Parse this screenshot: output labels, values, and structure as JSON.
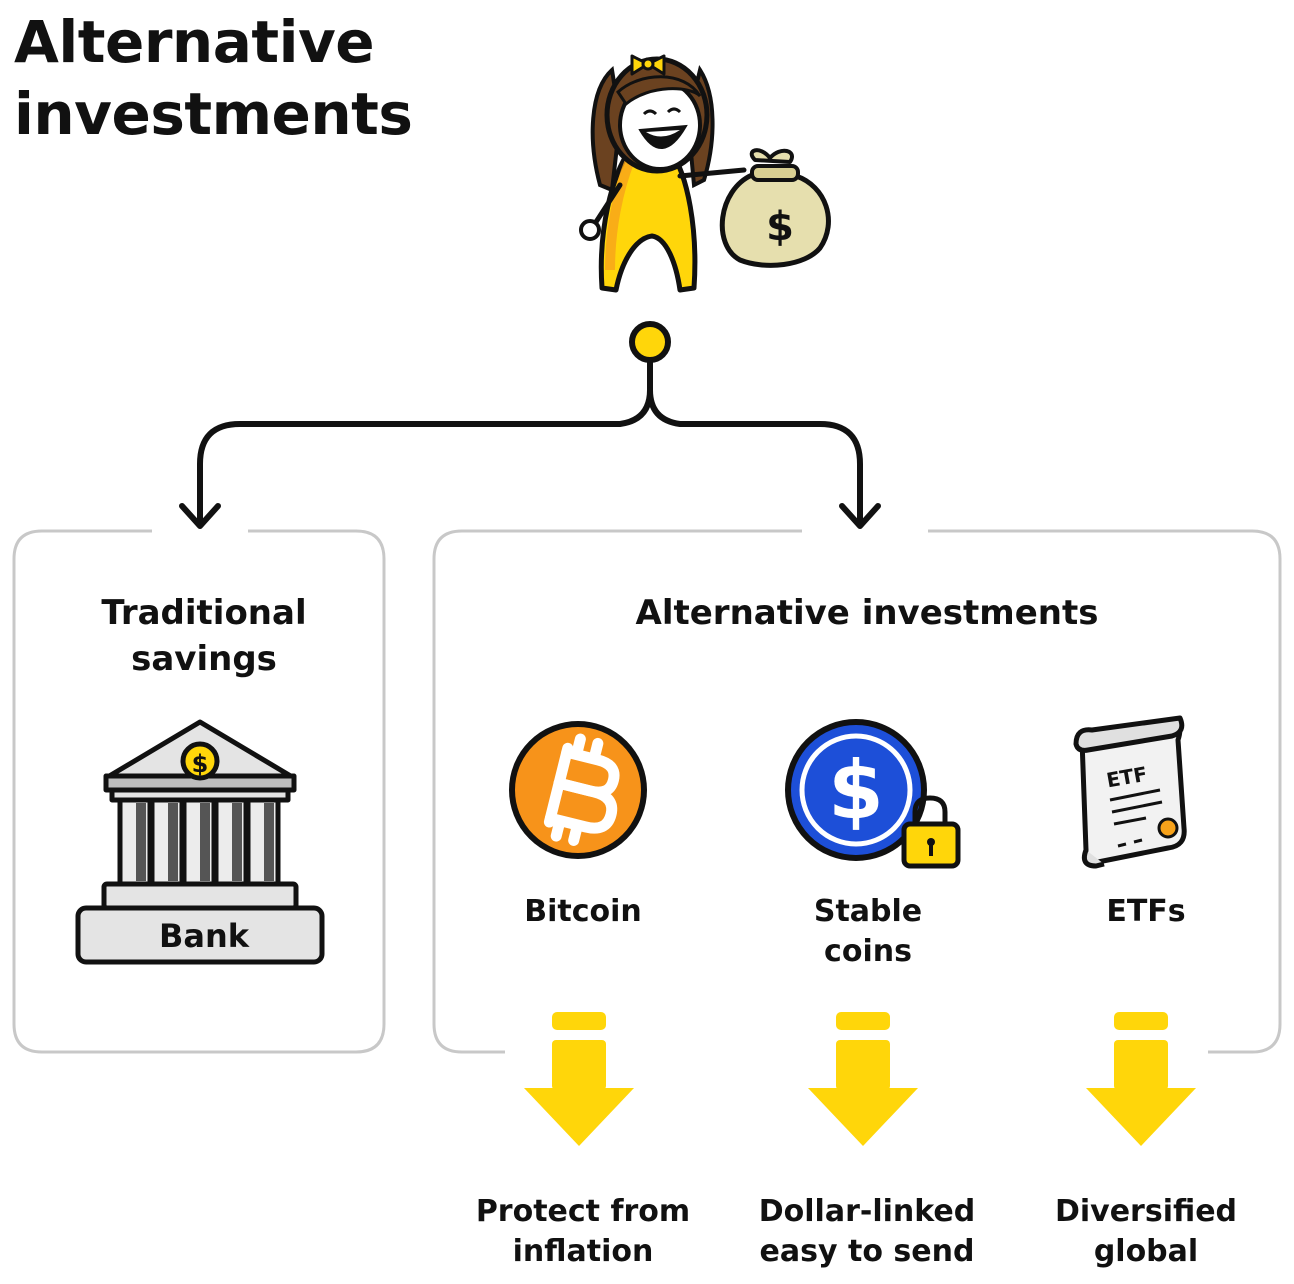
{
  "header": {
    "title_line1": "Alternative",
    "title_line2": "investments"
  },
  "traditional": {
    "heading_line1": "Traditional",
    "heading_line2": "savings",
    "bank_label": "Bank"
  },
  "alternative": {
    "heading": "Alternative investments",
    "items": [
      {
        "label_line1": "Bitcoin",
        "label_line2": "",
        "benefit_line1": "Protect from",
        "benefit_line2": "inflation",
        "icon": "bitcoin-icon"
      },
      {
        "label_line1": "Stable",
        "label_line2": "coins",
        "benefit_line1": "Dollar-linked",
        "benefit_line2": "easy to send",
        "icon": "stablecoin-icon"
      },
      {
        "label_line1": "ETFs",
        "label_line2": "",
        "benefit_line1": "Diversified",
        "benefit_line2": "global",
        "icon": "etf-scroll-icon"
      }
    ],
    "etf_scroll_text": "ETF"
  },
  "icons": {
    "money_bag_symbol": "$",
    "bank_coin_symbol": "$",
    "stablecoin_symbol": "$"
  },
  "colors": {
    "accent_yellow": "#FFD60A",
    "bitcoin_orange": "#F7931A",
    "stablecoin_blue": "#1D4FD8",
    "box_border": "#c8c8c8",
    "ink": "#111111"
  }
}
